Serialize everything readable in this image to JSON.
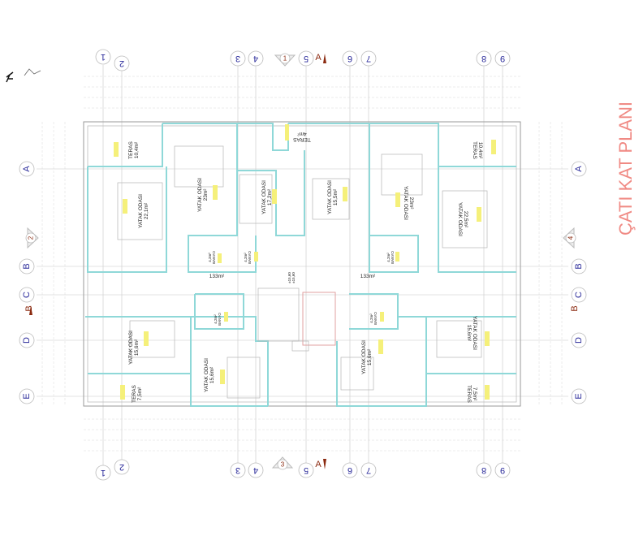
{
  "title": "ÇATI KAT PLANI",
  "axes": {
    "columns": [
      "1",
      "2",
      "3",
      "4",
      "5",
      "6",
      "7",
      "8",
      "9"
    ],
    "rows": [
      "A",
      "B",
      "C",
      "D",
      "E"
    ],
    "section_markers": {
      "top": "1",
      "bottom": "3",
      "left": "2",
      "right": "4"
    },
    "section_letters": {
      "vertical": "A",
      "horizontal": "B"
    }
  },
  "rooms": {
    "teras_tl": {
      "name": "TERAS",
      "area": "10,4m²"
    },
    "yatak_1": {
      "name": "YATAK ODASI",
      "area": "22,1m²"
    },
    "yatak_2": {
      "name": "YATAK ODASI",
      "area": "23m²"
    },
    "yatak_3": {
      "name": "YATAK ODASI",
      "area": "17,2m²"
    },
    "teras_top": {
      "name": "TERAS",
      "area": "4m²"
    },
    "yatak_4": {
      "name": "YATAK ODASI",
      "area": "15,5m²"
    },
    "yatak_5": {
      "name": "YATAK ODASI",
      "area": "23m²"
    },
    "yatak_6": {
      "name": "YATAK ODASI",
      "area": "22,5m²"
    },
    "teras_tr": {
      "name": "TERAS",
      "area": "10,4m²"
    },
    "banyo_1": {
      "name": "BANYO",
      "area": "4,2m²"
    },
    "banyo_2": {
      "name": "BANYO",
      "area": "4,2m²"
    },
    "banyo_3": {
      "name": "BANYO",
      "area": "4,2m²"
    },
    "hall_left": {
      "area": "133m²"
    },
    "hall_right": {
      "area": "133m²"
    },
    "elevation": {
      "a": "±15,60",
      "b": "±15,60"
    },
    "yatak_7": {
      "name": "YATAK ODASI",
      "area": "15,6m²"
    },
    "banyo_4": {
      "name": "BANYO",
      "area": "4,2m²"
    },
    "yatak_8": {
      "name": "YATAK ODASI",
      "area": "15,6m²"
    },
    "teras_bl": {
      "name": "TERAS",
      "area": "7,5m²"
    },
    "banyo_5": {
      "name": "BANYO",
      "area": "4,2m²"
    },
    "yatak_9": {
      "name": "YATAK ODASI",
      "area": "15,6m²"
    },
    "yatak_10": {
      "name": "YATAK ODASI",
      "area": "15,6m²"
    },
    "teras_br": {
      "name": "TERAS",
      "area": "7,5m²"
    }
  }
}
